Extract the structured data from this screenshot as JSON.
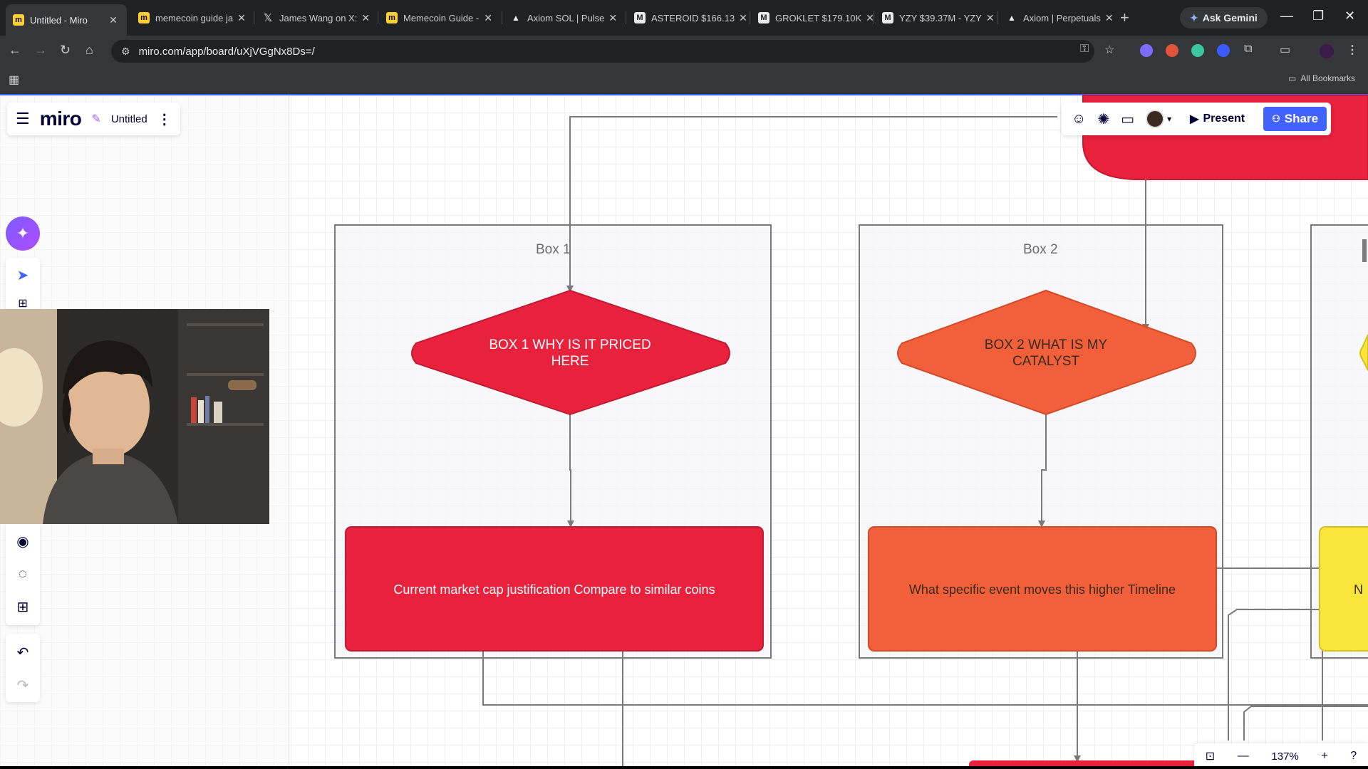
{
  "browser": {
    "tabs": [
      {
        "title": "Untitled - Miro",
        "icon": "miro-icon",
        "active": true
      },
      {
        "title": "memecoin guide ja",
        "icon": "miro-icon"
      },
      {
        "title": "James Wang on X:",
        "icon": "x-icon"
      },
      {
        "title": "Memecoin Guide -",
        "icon": "miro-icon"
      },
      {
        "title": "Axiom SOL | Pulse",
        "icon": "axiom-icon"
      },
      {
        "title": "ASTEROID $166.13",
        "icon": "dex-icon"
      },
      {
        "title": "GROKLET $179.10K",
        "icon": "dex-icon"
      },
      {
        "title": "YZY $39.37M - YZY",
        "icon": "dex-icon"
      },
      {
        "title": "Axiom | Perpetuals",
        "icon": "axiom-icon"
      }
    ],
    "ask_gemini": "Ask Gemini",
    "url": "miro.com/app/board/uXjVGgNx8Ds=/",
    "all_bookmarks": "All Bookmarks"
  },
  "miro": {
    "logo": "miro",
    "board_name": "Untitled",
    "present_label": "Present",
    "share_label": "Share",
    "zoom_level": "137%"
  },
  "board": {
    "frames": [
      {
        "title": "Box 1"
      },
      {
        "title": "Box 2"
      }
    ],
    "diamonds": [
      {
        "text": "BOX 1 WHY IS IT PRICED HERE",
        "color": "#e8213d"
      },
      {
        "text": "BOX 2 WHAT IS MY CATALYST",
        "color": "#f2603b"
      }
    ],
    "cards": [
      {
        "text": "Current market cap justification Compare to similar coins",
        "color": "#e8213d"
      },
      {
        "text": "What specific event moves this higher Timeline",
        "color": "#f2603b"
      },
      {
        "text": "N",
        "color": "#f9e53b"
      }
    ]
  }
}
